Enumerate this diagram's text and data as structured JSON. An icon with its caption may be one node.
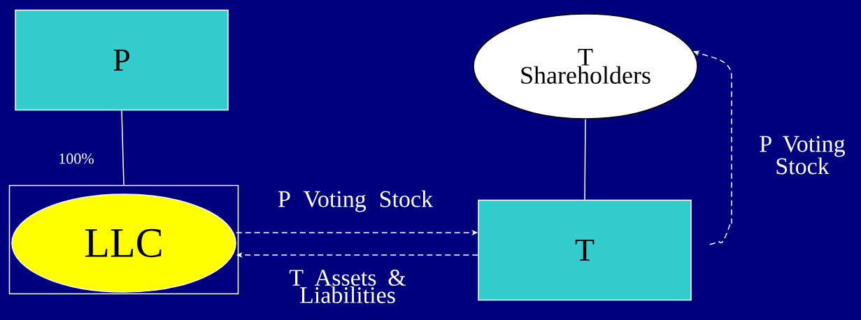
{
  "diagram": {
    "nodes": [
      {
        "text": [
          "P"
        ]
      },
      {
        "text": [],
        "shape": "box"
      },
      {
        "text": [
          "LLC"
        ],
        "in": 1
      },
      {
        "text": [
          "T Shareholders"
        ]
      },
      {
        "text": [
          "T"
        ]
      }
    ],
    "edges": [
      {
        "from": 0,
        "to": 1,
        "arrow": "none",
        "label": "100%"
      },
      {
        "from": 2,
        "to": 4,
        "arrow": "to",
        "style": "dashed",
        "label": "P Voting Stock"
      },
      {
        "from": 4,
        "to": 2,
        "arrow": "to",
        "style": "dashed",
        "label": "T Assets & Liabilities"
      },
      {
        "from": 3,
        "to": 4,
        "arrow": "none"
      },
      {
        "from": 4,
        "to": 3,
        "arrow": "to",
        "style": "dashed",
        "label": "P Voting Stock"
      }
    ]
  }
}
